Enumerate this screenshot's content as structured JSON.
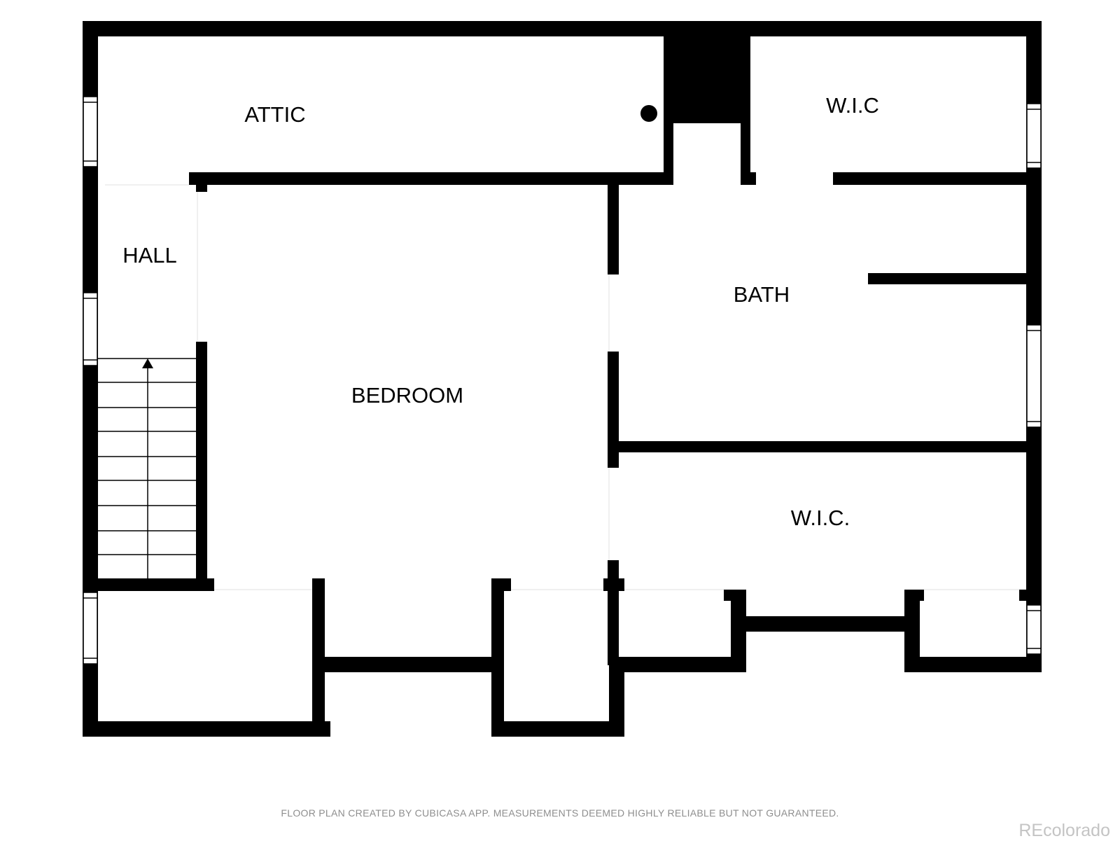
{
  "rooms": {
    "attic": "ATTIC",
    "wic_top": "W.I.C",
    "hall": "HALL",
    "bath": "BATH",
    "bedroom": "BEDROOM",
    "wic_bottom": "W.I.C."
  },
  "footer": {
    "disclaimer": "FLOOR PLAN CREATED BY CUBICASA APP. MEASUREMENTS DEEMED HIGHLY RELIABLE BUT NOT GUARANTEED.",
    "watermark": "REcolorado"
  },
  "colors": {
    "wall": "#000000",
    "background": "#ffffff",
    "disclaimer_text": "#8e8e8e",
    "watermark_text": "#c4c4c4"
  }
}
